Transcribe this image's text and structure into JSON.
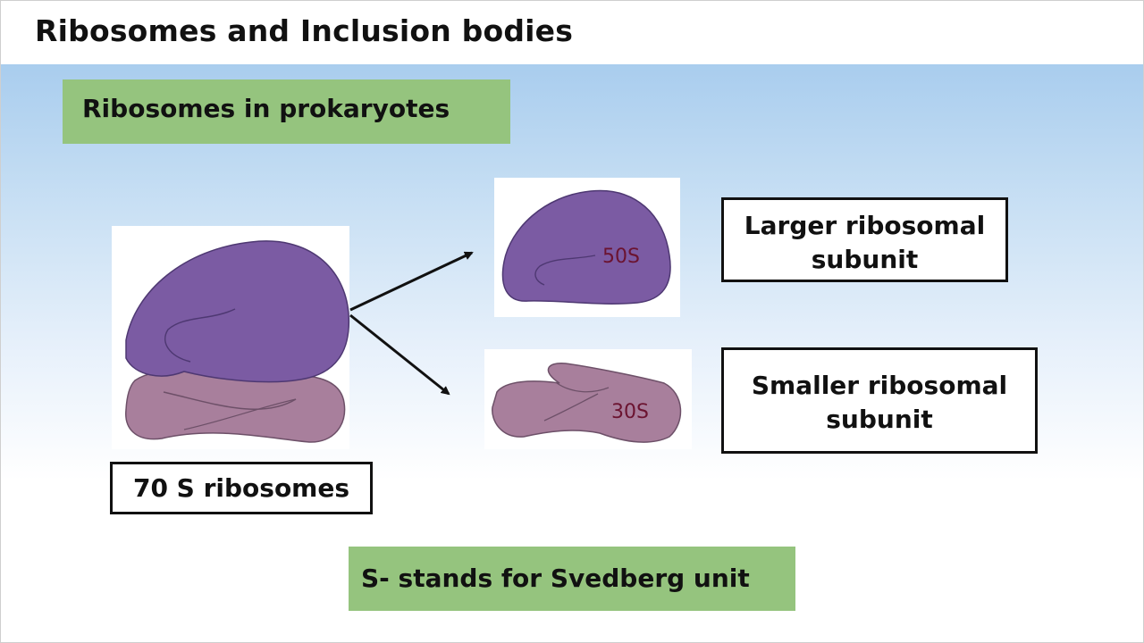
{
  "title": "Ribosomes and Inclusion bodies",
  "subtitle": "Ribosomes in prokaryotes",
  "ribosome_70s_label": "70 S ribosomes",
  "large_subunit": {
    "label_line1": "Larger ribosomal",
    "label_line2": "subunit",
    "tag": "50S"
  },
  "small_subunit": {
    "label_line1": "Smaller ribosomal",
    "label_line2": "subunit",
    "tag": "30S"
  },
  "footnote": "S- stands for Svedberg unit",
  "colors": {
    "large_subunit": "#7b5ba3",
    "small_subunit": "#a87f9c",
    "green_box": "#95c47e",
    "tag_text": "#6b1330"
  }
}
